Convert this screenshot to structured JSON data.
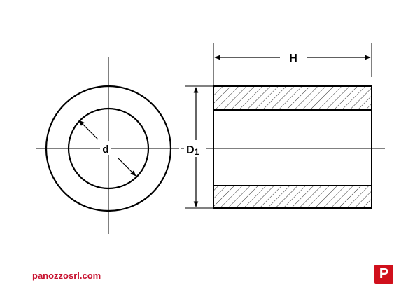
{
  "drawing": {
    "inner_diameter_label": "d",
    "outer_diameter_label": "D",
    "outer_diameter_subscript": "1",
    "height_label": "H"
  },
  "footer": {
    "website": "panozzosrl.com",
    "logo_letter": "P"
  },
  "colors": {
    "line": "#000000",
    "brand": "#d0101c"
  }
}
